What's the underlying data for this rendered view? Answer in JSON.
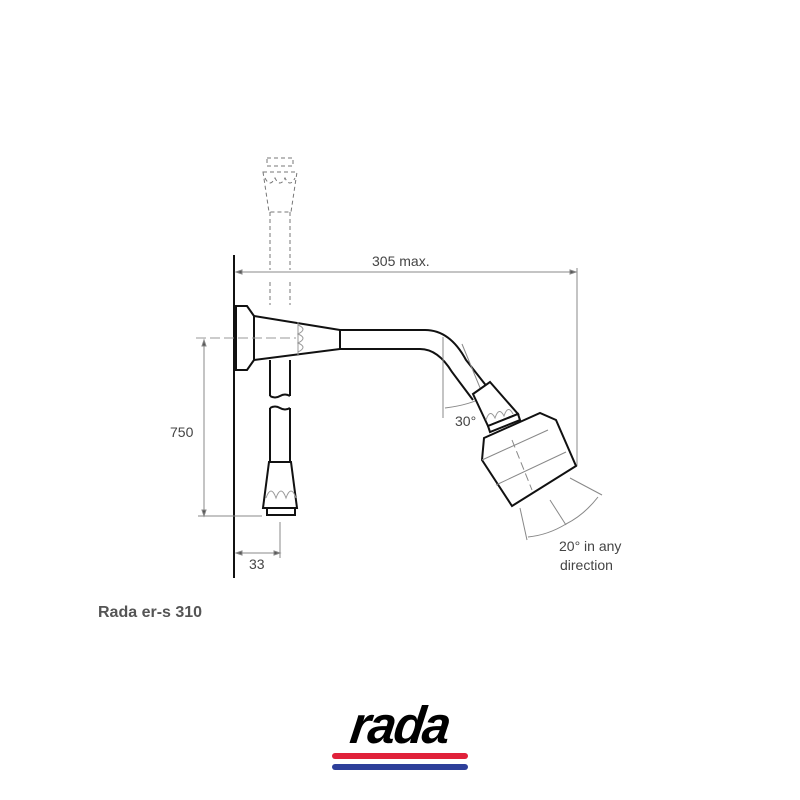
{
  "diagram": {
    "type": "technical-dimension-drawing",
    "product_title": "Rada er-s 310",
    "dimensions": {
      "width_label": "305 max.",
      "height_label": "750",
      "offset_label": "33",
      "tilt_angle_label": "30°",
      "swivel_label_line1": "20° in any",
      "swivel_label_line2": "direction"
    },
    "parts": [
      "wall",
      "wall-bracket",
      "riser-rail-dashed",
      "hose",
      "hose-connector",
      "shower-arm",
      "shower-head"
    ]
  },
  "logo": {
    "text": "rada",
    "stripe_red": "#e0213a",
    "stripe_blue": "#2e3f9a"
  },
  "colors": {
    "outline": "#111111",
    "dimension_line": "#888888",
    "text": "#444444"
  }
}
